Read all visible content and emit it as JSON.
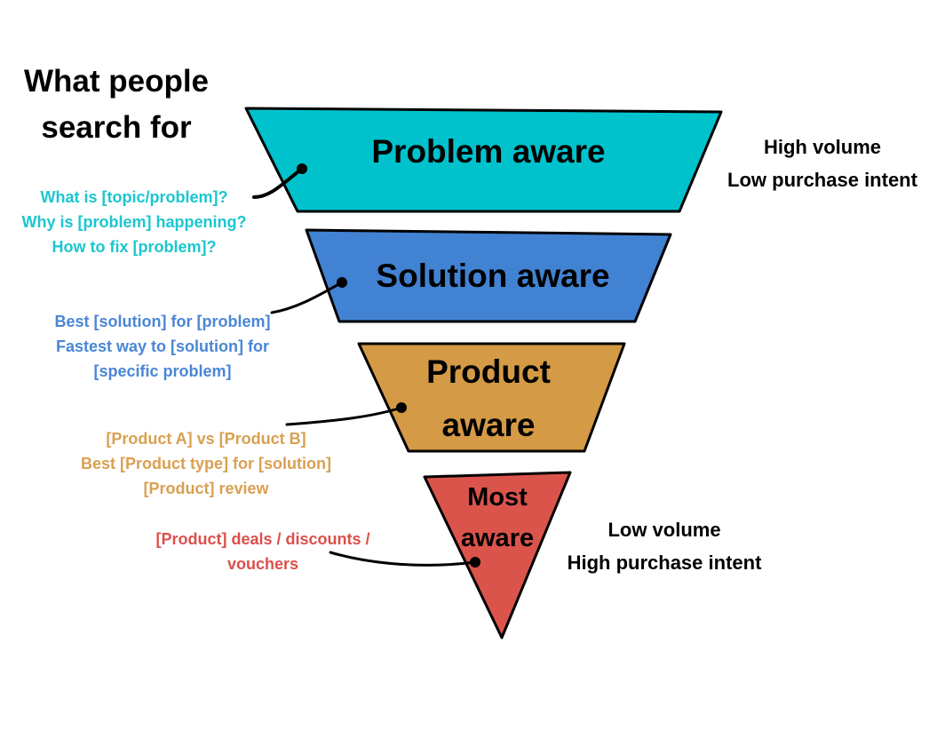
{
  "title": {
    "line1": "What people",
    "line2": "search for"
  },
  "stages": [
    {
      "label": "Problem aware",
      "color": "#00C2CC",
      "text_color": "#1BC6CF",
      "queries": [
        "What is [topic/problem]?",
        "Why is [problem] happening?",
        "How to fix [problem]?"
      ]
    },
    {
      "label": "Solution aware",
      "color": "#4282D3",
      "text_color": "#4A86D6",
      "queries": [
        "Best [solution] for [problem]",
        "Fastest way to [solution] for",
        "[specific problem]"
      ]
    },
    {
      "label_line1": "Product",
      "label_line2": "aware",
      "color": "#D49A45",
      "text_color": "#D9A050",
      "queries": [
        "[Product A] vs [Product B]",
        "Best [Product type] for [solution]",
        "[Product] review"
      ]
    },
    {
      "label_line1": "Most",
      "label_line2": "aware",
      "color": "#DB544C",
      "text_color": "#DC4F4A",
      "queries": [
        "[Product] deals / discounts /",
        "vouchers"
      ]
    }
  ],
  "top_note": {
    "line1": "High volume",
    "line2": "Low purchase intent"
  },
  "bottom_note": {
    "line1": "Low volume",
    "line2": "High purchase intent"
  }
}
